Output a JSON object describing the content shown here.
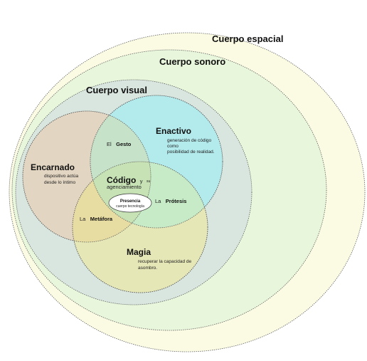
{
  "bodies": {
    "espacial": {
      "label": "Cuerpo espacial",
      "fill": "#fbfbe4"
    },
    "sonoro": {
      "label": "Cuerpo sonoro",
      "fill": "#e8f6db"
    },
    "visual": {
      "label": "Cuerpo visual",
      "fill": "#d9e6df"
    }
  },
  "sets": {
    "encarnado": {
      "title": "Encarnado",
      "desc": [
        "dispositivo actúa",
        "desde lo íntimo"
      ],
      "fill": "#e2d5c1"
    },
    "enactivo": {
      "title": "Enactivo",
      "desc": [
        "generación de código",
        "como",
        "posibilidad de realidad."
      ],
      "fill": "#b3ebed"
    },
    "magia": {
      "title": "Magia",
      "desc": [
        "recuperar la capacidad de",
        "asombro."
      ],
      "fill": "#e6e7b6"
    }
  },
  "overlaps": {
    "gesto": {
      "prefix": "El",
      "word": "Gesto",
      "fill": "#c6e2c8"
    },
    "protesis": {
      "prefix": "La",
      "word": "Prótesis",
      "fill": "#c6ebc6"
    },
    "metafora": {
      "prefix": "La",
      "word": "Metáfora",
      "fill": "#e7dca2"
    },
    "codigo": {
      "word": "Código",
      "connector": "y",
      "sub_small": "su",
      "sub": "agenciamiento",
      "fill": "#c7e3b5"
    }
  },
  "center": {
    "title": "Presencia",
    "subtitle": "cuerpo tecnología",
    "fill": "#ffffff"
  }
}
